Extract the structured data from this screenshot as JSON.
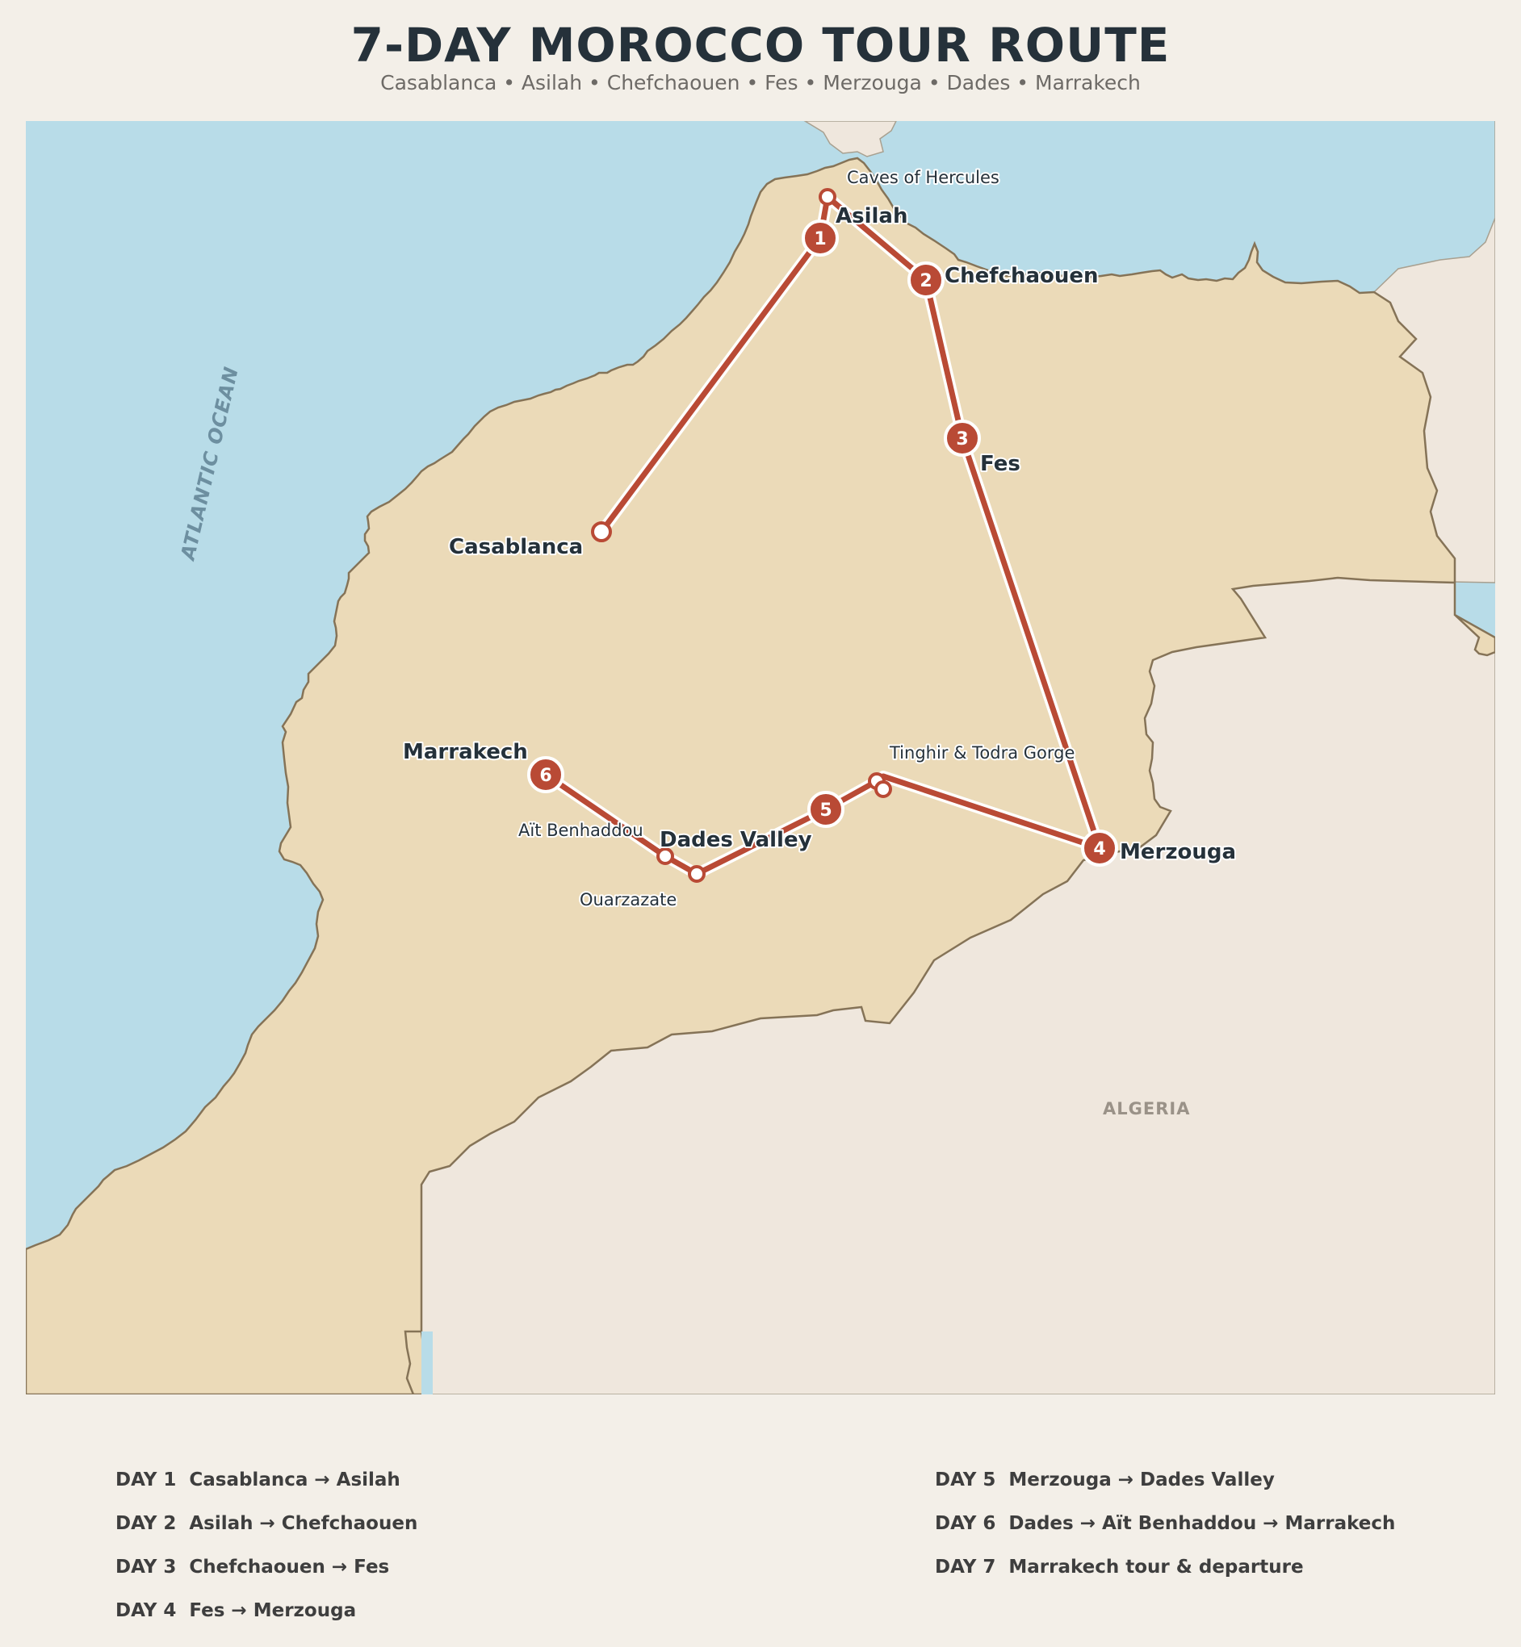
{
  "title": "7-DAY MOROCCO TOUR ROUTE",
  "subtitle": "Casablanca • Asilah • Chefchaouen • Fes • Merzouga • Dades • Marrakech",
  "colors": {
    "water": "#b8dce8",
    "morocco": "#ebdab8",
    "neighbor": "#efe7dd",
    "route": "#b94a35",
    "coast": "#8a7a60",
    "page": "#f3efe8"
  },
  "map": {
    "ocean_label": "ATLANTIC OCEAN",
    "country_label": "ALGERIA",
    "stops": {
      "asilah": {
        "label": "Asilah",
        "number": "1"
      },
      "chefchaouen": {
        "label": "Chefchaouen",
        "number": "2"
      },
      "fes": {
        "label": "Fes",
        "number": "3"
      },
      "merzouga": {
        "label": "Merzouga",
        "number": "4"
      },
      "dades": {
        "label": "Dades Valley",
        "number": "5"
      },
      "marrakech": {
        "label": "Marrakech",
        "number": "6"
      },
      "casablanca": {
        "label": "Casablanca"
      }
    },
    "waypoints": {
      "caves": "Caves of Hercules",
      "tinghir": "Tinghir & Todra Gorge",
      "benhaddou": "Aït Benhaddou",
      "ouarzazate": "Ouarzazate"
    }
  },
  "itinerary": [
    {
      "day": "DAY 1",
      "text": "Casablanca → Asilah"
    },
    {
      "day": "DAY 2",
      "text": "Asilah → Chefchaouen"
    },
    {
      "day": "DAY 3",
      "text": "Chefchaouen → Fes"
    },
    {
      "day": "DAY 4",
      "text": "Fes → Merzouga"
    },
    {
      "day": "DAY 5",
      "text": "Merzouga → Dades Valley"
    },
    {
      "day": "DAY 6",
      "text": "Dades → Aït Benhaddou → Marrakech"
    },
    {
      "day": "DAY 7",
      "text": "Marrakech tour & departure"
    }
  ]
}
